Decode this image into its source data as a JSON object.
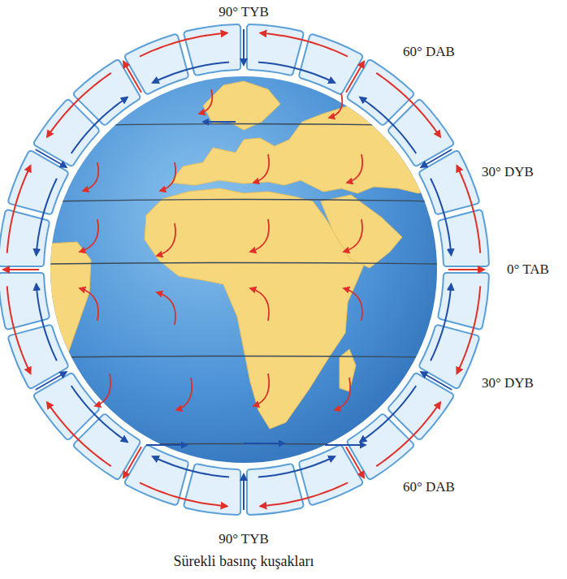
{
  "diagram": {
    "caption": "Sürekli basınç kuşakları",
    "labels": [
      "90° TYB",
      "60° DAB",
      "30° DYB",
      "0° TAB",
      "30° DYB",
      "60° DAB",
      "90° TYB"
    ]
  }
}
